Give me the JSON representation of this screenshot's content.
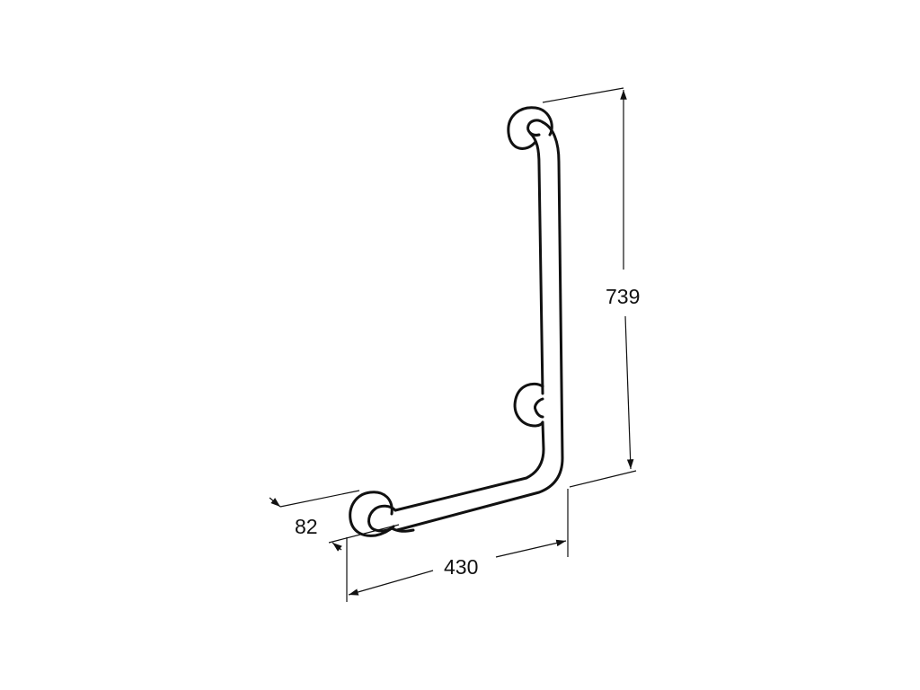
{
  "drawing": {
    "subject": "L-shaped grab bar technical drawing",
    "line_color": "#111111",
    "background_color": "#ffffff",
    "dimensions": {
      "height": {
        "value": "739",
        "orientation": "vertical"
      },
      "width": {
        "value": "430",
        "orientation": "horizontal"
      },
      "depth": {
        "value": "82",
        "orientation": "wall-offset"
      }
    },
    "parts": [
      {
        "name": "top-wall-flange"
      },
      {
        "name": "middle-wall-flange"
      },
      {
        "name": "bottom-left-wall-flange"
      },
      {
        "name": "vertical-tube"
      },
      {
        "name": "horizontal-tube"
      },
      {
        "name": "corner-bend"
      }
    ]
  }
}
